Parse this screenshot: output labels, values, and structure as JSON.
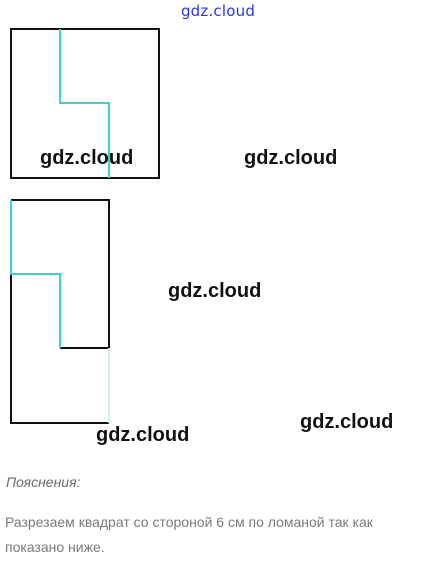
{
  "watermarks": {
    "top": "gdz.cloud",
    "label": "gdz.cloud"
  },
  "section": {
    "heading": "Пояснения:",
    "explanation": "Разрезаем квадрат со стороной 6 см по ломаной так как показано ниже."
  },
  "colors": {
    "outline": "#111111",
    "cut_line": "#3ecfcf",
    "top_watermark": "#2a35d8"
  }
}
